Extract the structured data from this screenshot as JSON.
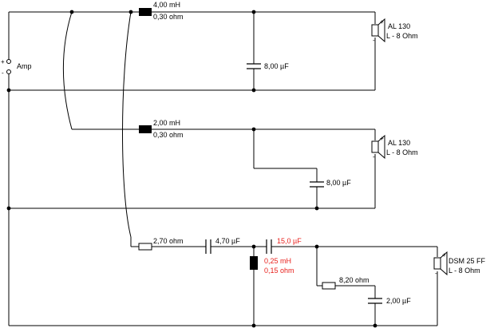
{
  "amplifier": {
    "label": "Amp",
    "plus": "+",
    "minus": "-"
  },
  "branch_1": {
    "inductor": {
      "value": "4,00 mH",
      "resistance": "0,30 ohm"
    },
    "capacitor": {
      "value": "8,00 µF"
    },
    "speaker": {
      "name": "AL 130",
      "impedance": "L - 8 Ohm",
      "plus": "+",
      "minus": "-"
    }
  },
  "branch_2": {
    "inductor": {
      "value": "2,00 mH",
      "resistance": "0,30 ohm"
    },
    "capacitor": {
      "value": "8,00 µF"
    },
    "speaker": {
      "name": "AL 130",
      "impedance": "L - 8 Ohm",
      "plus": "+",
      "minus": "-"
    }
  },
  "branch_3": {
    "resistor": {
      "value": "2,70 ohm"
    },
    "capacitor_series": {
      "value": "4,70 µF"
    },
    "capacitor_series_2": {
      "value": "15,0 µF"
    },
    "inductor_shunt": {
      "value": "0,25 mH",
      "resistance": "0,15 ohm"
    },
    "zobel_resistor": {
      "value": "8,20 ohm"
    },
    "zobel_capacitor": {
      "value": "2,00 µF"
    },
    "speaker": {
      "name": "DSM 25 FF",
      "impedance": "L - 8 Ohm",
      "plus": "+",
      "minus": "-"
    }
  },
  "colors": {
    "wire": "#000000",
    "highlight": "#e8201c",
    "background": "#ffffff"
  }
}
